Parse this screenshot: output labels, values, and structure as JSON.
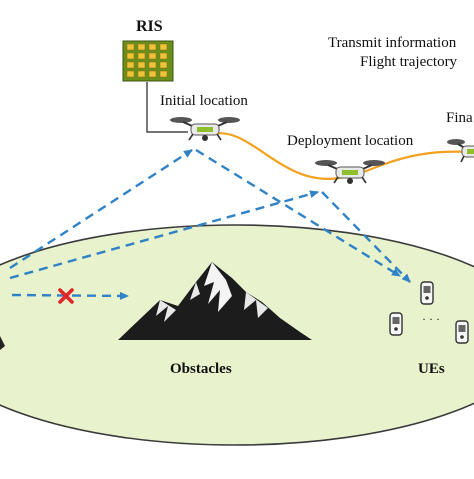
{
  "labels": {
    "ris": "RIS",
    "initial_location": "Initial location",
    "deployment_location": "Deployment location",
    "final_location": "Fina",
    "obstacles": "Obstacles",
    "ues": "UEs",
    "dots": "· · ·"
  },
  "legend": {
    "transmit_information": "Transmit information",
    "flight_trajectory": "Flight trajectory"
  },
  "colors": {
    "ground": "#e8f2cd",
    "ground_stroke": "#3a3a3a",
    "dashed_arrow": "#2f82c6",
    "trajectory": "#f3a11f",
    "ris_panel": "#6b8f1a",
    "ris_element": "#f0c23a",
    "blocked_marker": "#e0262b"
  },
  "icons": [
    "ris-panel-icon",
    "uav-drone-icon",
    "mountain-icon",
    "phone-icon",
    "blocked-x-icon"
  ]
}
